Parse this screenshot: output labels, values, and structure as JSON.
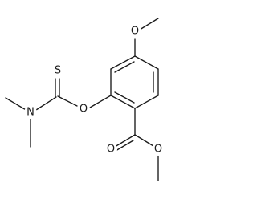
{
  "molecule": {
    "atoms": {
      "thione_sulfur": "S",
      "amine_nitrogen": "N",
      "ester_oxygen_left": "O",
      "methoxy_oxygen": "O",
      "carbonyl_oxygen": "O",
      "ester_oxygen_right": "O"
    }
  }
}
